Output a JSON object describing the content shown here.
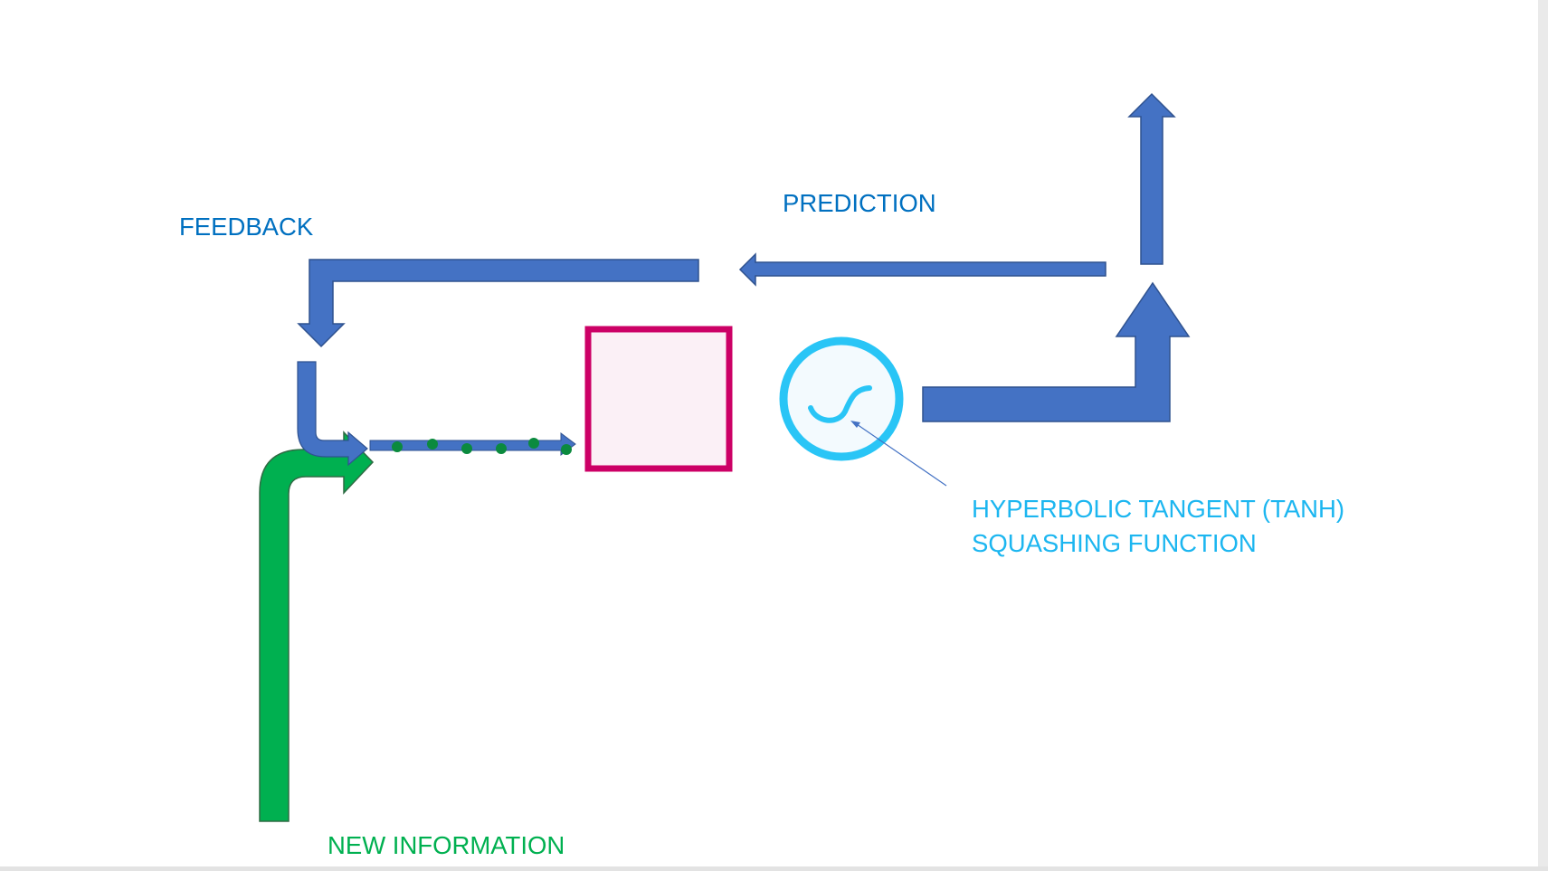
{
  "labels": {
    "feedback": "FEEDBACK",
    "prediction": "PREDICTION",
    "tanh_line1": "HYPERBOLIC TANGENT (TANH)",
    "tanh_line2": "SQUASHING FUNCTION",
    "new_information": "NEW INFORMATION"
  },
  "colors": {
    "arrow_blue": "#4472c4",
    "arrow_outline": "#2f528f",
    "green": "#00b050",
    "green_outline": "#2f6b43",
    "dot_green": "#0b8a3e",
    "magenta": "#cc0066",
    "box_fill": "#fbf0f6",
    "cyan": "#29c5f6",
    "circle_fill": "#f3fafe",
    "label_blue": "#0070c0",
    "label_cyan": "#1cb6f0",
    "label_green": "#00b050"
  },
  "icons": [
    "tanh-sigmoid-icon"
  ]
}
